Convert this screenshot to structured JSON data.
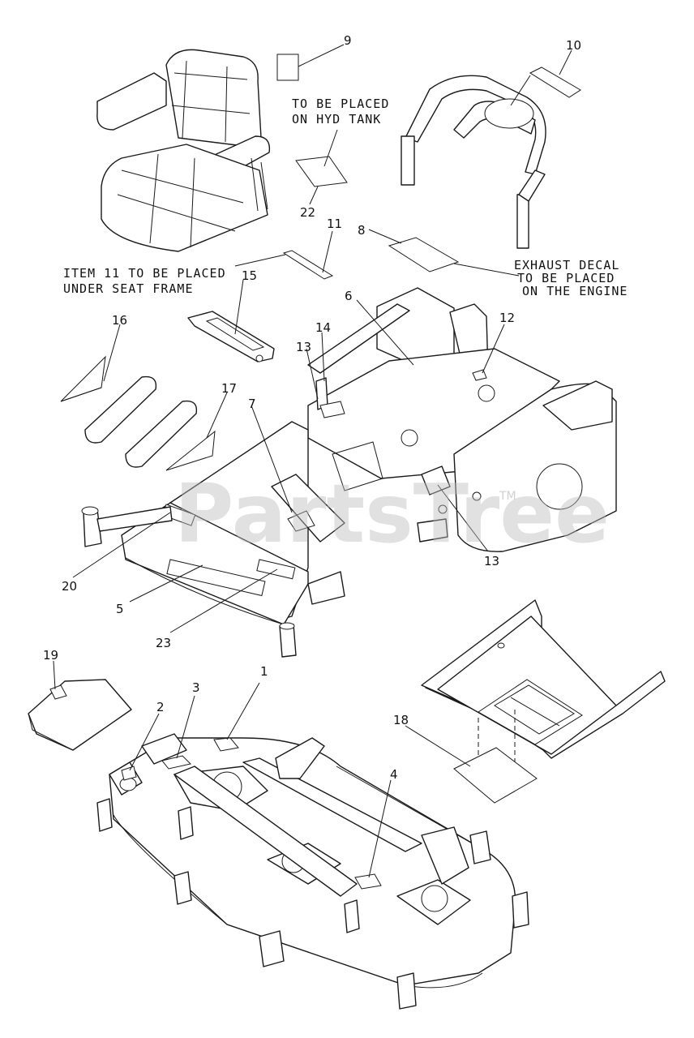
{
  "watermark": {
    "text": "PartsTree",
    "tm": "TM"
  },
  "notes": {
    "hyd_tank_line1": "TO BE PLACED",
    "hyd_tank_line2": "ON HYD TANK",
    "seat_line1": "ITEM 11 TO BE PLACED",
    "seat_line2": "UNDER SEAT FRAME",
    "exhaust_line1": "EXHAUST DECAL",
    "exhaust_line2": "TO BE PLACED",
    "exhaust_line3": "ON THE ENGINE"
  },
  "callouts": [
    "1",
    "2",
    "3",
    "4",
    "5",
    "6",
    "7",
    "8",
    "9",
    "10",
    "11",
    "12",
    "13",
    "13",
    "14",
    "15",
    "16",
    "17",
    "18",
    "19",
    "20",
    "22",
    "23"
  ],
  "colors": {
    "line": "#1a1a1a",
    "background": "#ffffff",
    "watermark": "#bdbdbd"
  }
}
